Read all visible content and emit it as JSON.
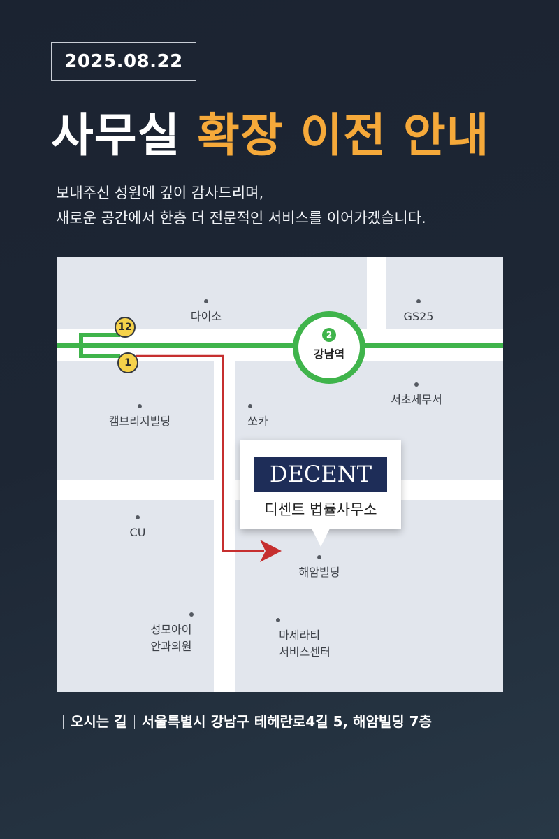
{
  "date": "2025.08.22",
  "headline": {
    "prefix": "사무실",
    "highlight": "확장 이전 안내"
  },
  "intro": [
    "보내주신 성원에 깊이 감사드리며,",
    "새로운 공간에서 한층 더 전문적인 서비스를 이어가겠습니다."
  ],
  "map": {
    "station": {
      "line_number": "2",
      "name": "강남역"
    },
    "exits": [
      "12",
      "1"
    ],
    "pois": [
      {
        "label": "다이소"
      },
      {
        "label": "GS25"
      },
      {
        "label": "캠브리지빌딩"
      },
      {
        "label": "쏘카"
      },
      {
        "label": "서초세무서"
      },
      {
        "label": "CU"
      },
      {
        "label": "해암빌딩"
      },
      {
        "label_line1": "성모아이",
        "label_line2": "안과의원"
      },
      {
        "label_line1": "마세라티",
        "label_line2": "서비스센터"
      }
    ],
    "callout": {
      "logo": "DECENT",
      "name": "디센트 법률사무소"
    },
    "colors": {
      "line2": "#3fb44b",
      "route": "#c62f2f",
      "exit_badge": "#f6d24a",
      "logo_bg": "#1e2d58"
    }
  },
  "address": {
    "label": "오시는 길",
    "text": "서울특별시 강남구 테헤란로4길 5, 해암빌딩 7층"
  },
  "accent_color": "#f5a93a"
}
